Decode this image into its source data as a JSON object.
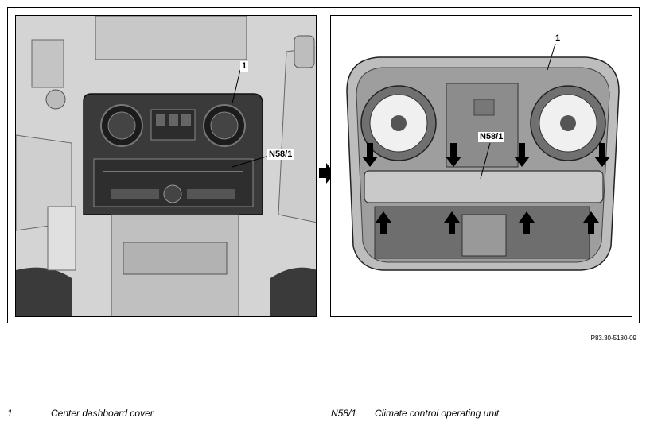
{
  "figure": {
    "reference": "P83.30-5180-09",
    "left_panel": {
      "callout_1": "1",
      "callout_n58": "N58/1"
    },
    "right_panel": {
      "callout_1": "1",
      "callout_n58": "N58/1"
    }
  },
  "legend": [
    {
      "code": "1",
      "description": "Center dashboard cover"
    },
    {
      "code": "N58/1",
      "description": "Climate control operating unit"
    }
  ]
}
